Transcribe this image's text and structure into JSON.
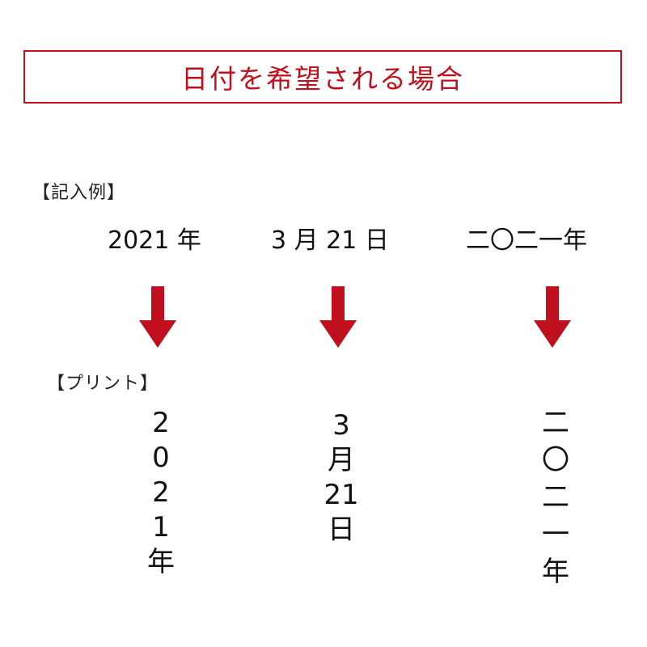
{
  "title": "日付を希望される場合",
  "colors": {
    "accent": "#c0101e",
    "text": "#111111"
  },
  "example_label": "【記入例】",
  "print_label": "【プリント】",
  "examples": [
    {
      "input": "2021 年",
      "print": [
        "2",
        "0",
        "2",
        "1",
        "年"
      ]
    },
    {
      "input": "3 月 21 日",
      "print": [
        "3",
        "月",
        "21",
        "日"
      ]
    },
    {
      "input": "二〇二一年",
      "print": [
        "二",
        "〇",
        "二",
        "一",
        "年"
      ]
    }
  ],
  "icons": {
    "arrow": "arrow-down-icon"
  }
}
